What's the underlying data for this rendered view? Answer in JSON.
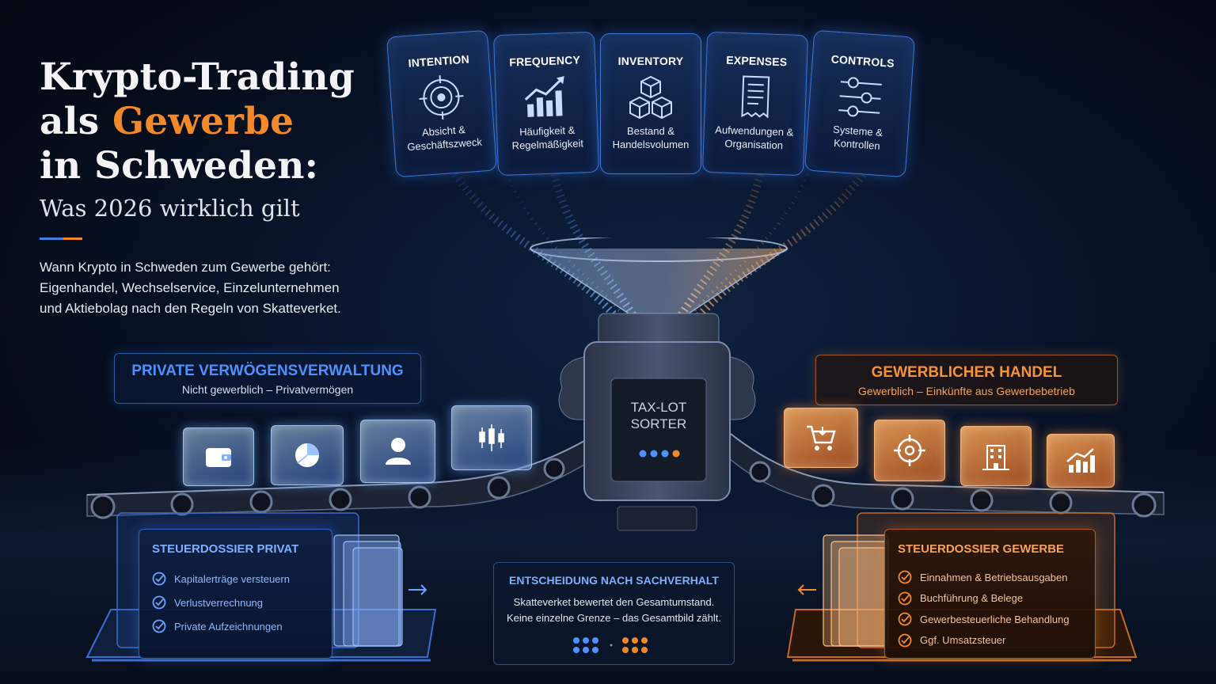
{
  "title": {
    "line1": "Krypto-Trading",
    "line2_prefix": "als ",
    "line2_accent": "Gewerbe",
    "line3": "in Schweden:",
    "subtitle": "Was 2026 wirklich gilt"
  },
  "intro": {
    "line1": "Wann Krypto in Schweden zum Gewerbe gehört:",
    "line2": "Eigenhandel, Wechselservice, Einzelunternehmen",
    "line3": "und Aktiebolag nach den Regeln von Skatteverket."
  },
  "criteria": [
    {
      "head": "INTENTION",
      "line1": "Absicht &",
      "line2": "Geschäftszweck",
      "icon": "target-icon"
    },
    {
      "head": "FREQUENCY",
      "line1": "Häufigkeit &",
      "line2": "Regelmäßigkeit",
      "icon": "bar-chart-up-icon"
    },
    {
      "head": "INVENTORY",
      "line1": "Bestand &",
      "line2": "Handelsvolumen",
      "icon": "cubes-icon"
    },
    {
      "head": "EXPENSES",
      "line1": "Aufwendungen &",
      "line2": "Organisation",
      "icon": "receipt-icon"
    },
    {
      "head": "CONTROLS",
      "line1": "Systeme &",
      "line2": "Kontrollen",
      "icon": "sliders-icon"
    }
  ],
  "machine": {
    "line1": "TAX-LOT",
    "line2": "SORTER"
  },
  "private": {
    "banner_title": "PRIVATE VERWÖGENSVERWALTUNG",
    "banner_sub": "Nicht gewerblich – Privatvermögen",
    "cube_icons": [
      "wallet-icon",
      "pie-chart-icon",
      "user-icon",
      "candlestick-icon"
    ],
    "dossier_title": "STEUERDOSSIER PRIVAT",
    "items": [
      "Kapitalerträge versteuern",
      "Verlustverrechnung",
      "Private Aufzeichnungen"
    ]
  },
  "business": {
    "banner_title": "GEWERBLICHER HANDEL",
    "banner_sub": "Gewerblich – Einkünfte aus Gewerbebetrieb",
    "cube_icons": [
      "shopping-cart-icon",
      "target-icon",
      "building-icon",
      "bar-chart-up-icon"
    ],
    "dossier_title": "STEUERDOSSIER GEWERBE",
    "items": [
      "Einnahmen & Betriebsausgaben",
      "Buchführung & Belege",
      "Gewerbesteuerliche Behandlung",
      "Ggf. Umsatzsteuer"
    ]
  },
  "decision": {
    "title": "ENTSCHEIDUNG NACH SACHVERHALT",
    "line1": "Skatteverket bewertet den Gesamtumstand.",
    "line2": "Keine einzelne Grenze – das Gesamtbild zählt."
  },
  "colors": {
    "accent_blue": "#4f92ff",
    "accent_orange": "#f4892b",
    "background": "#06101e"
  }
}
